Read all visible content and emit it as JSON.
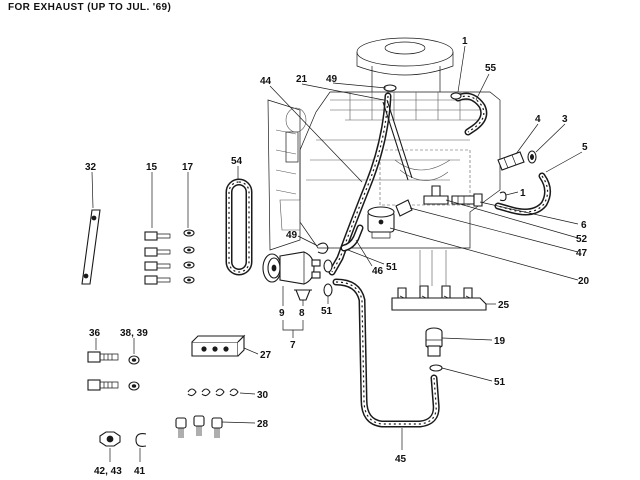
{
  "title": "FOR EXHAUST (UP TO JUL. '69)",
  "labels": {
    "l1": "1",
    "l55": "55",
    "l49a": "49",
    "l21": "21",
    "l44": "44",
    "l4": "4",
    "l3": "3",
    "l5": "5",
    "l1b": "1",
    "l6": "6",
    "l52": "52",
    "l47": "47",
    "l20": "20",
    "l32": "32",
    "l15": "15",
    "l17": "17",
    "l54": "54",
    "l49b": "49",
    "l46": "46",
    "l51a": "51",
    "l51b": "51",
    "l9": "9",
    "l8": "8",
    "l7": "7",
    "l25": "25",
    "l19": "19",
    "l51c": "51",
    "l36": "36",
    "l3839": "38, 39",
    "l27": "27",
    "l30": "30",
    "l28": "28",
    "l4243": "42, 43",
    "l41": "41",
    "l45": "45"
  }
}
